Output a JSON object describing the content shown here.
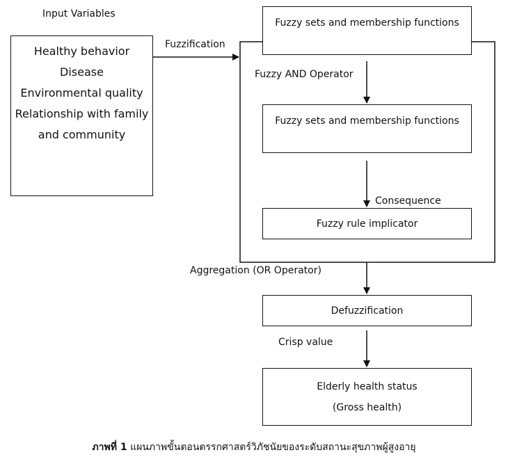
{
  "input": {
    "heading": "Input Variables",
    "items": [
      "Healthy behavior",
      "Disease",
      "Environmental quality",
      "Relationship with family",
      "and community"
    ]
  },
  "labels": {
    "fuzzification": "Fuzzification",
    "and_operator": "Fuzzy AND Operator",
    "consequence": "Consequence",
    "aggregation": "Aggregation (OR Operator)",
    "crisp": "Crisp value"
  },
  "boxes": {
    "fuzzy_sets_1": "Fuzzy sets and membership functions",
    "fuzzy_sets_2": "Fuzzy sets and membership functions",
    "rule_implicator": "Fuzzy rule implicator",
    "defuzzification": "Defuzzification",
    "output_line1": "Elderly health status",
    "output_line2": "(Gross health)"
  },
  "caption": {
    "number": "ภาพที่ 1",
    "text": "แผนภาพขั้นตอนตรรกศาสตร์วิภัชนัยของระดับสถานะสุขภาพผู้สูงอายุ"
  }
}
